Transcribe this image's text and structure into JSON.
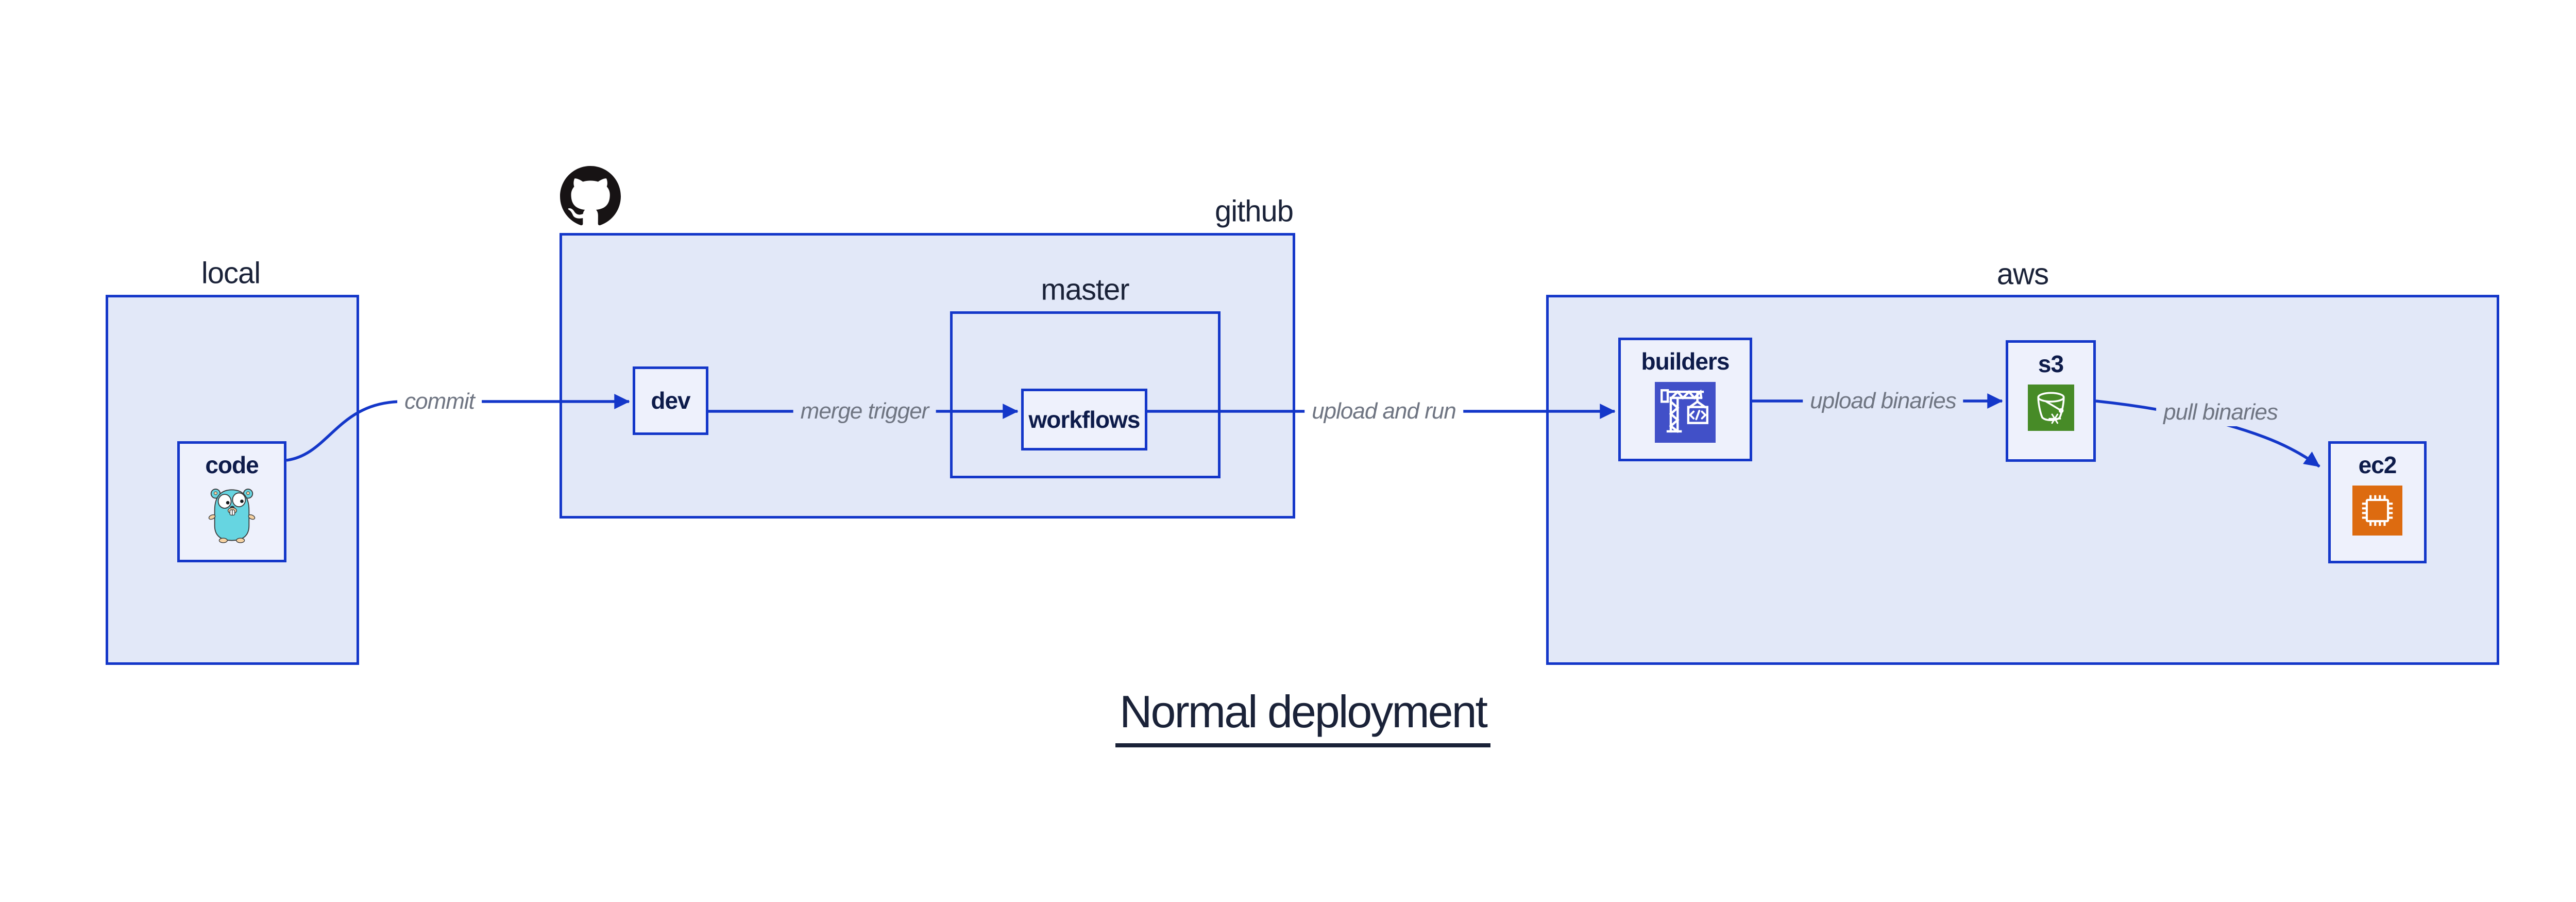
{
  "title": {
    "text": "Normal deployment"
  },
  "colors": {
    "canvas_bg": "#FFFFFF",
    "accent_blue": "#1437C9",
    "container_fill": "#E2E8F8",
    "node_fill": "#EEF1FC",
    "section_label": "#1A2238",
    "node_label": "#0D1B4A",
    "edge_label": "#6F7582",
    "title_color": "#1A2238",
    "github_black": "#171314",
    "codebuild_blue": "#4150C8",
    "s3_green": "#478B27",
    "ec2_orange": "#DD6B10",
    "gopher_teal": "#66D5E1"
  },
  "groups": {
    "local": {
      "label": "local"
    },
    "github": {
      "label": "github"
    },
    "master": {
      "label": "master"
    },
    "aws": {
      "label": "aws"
    }
  },
  "nodes": {
    "code": {
      "label": "code",
      "icon": "go-gopher-icon"
    },
    "dev": {
      "label": "dev"
    },
    "workflows": {
      "label": "workflows"
    },
    "builders": {
      "label": "builders",
      "icon": "codebuild-crane-icon"
    },
    "s3": {
      "label": "s3",
      "icon": "s3-bucket-icon"
    },
    "ec2": {
      "label": "ec2",
      "icon": "ec2-chip-icon"
    }
  },
  "edges": {
    "commit": {
      "label": "commit",
      "from": "code",
      "to": "dev"
    },
    "merge_trigger": {
      "label": "merge trigger",
      "from": "dev",
      "to": "workflows"
    },
    "upload_and_run": {
      "label": "upload and run",
      "from": "workflows",
      "to": "builders"
    },
    "upload_binaries": {
      "label": "upload binaries",
      "from": "builders",
      "to": "s3"
    },
    "pull_binaries": {
      "label": "pull binaries",
      "from": "s3",
      "to": "ec2"
    }
  }
}
